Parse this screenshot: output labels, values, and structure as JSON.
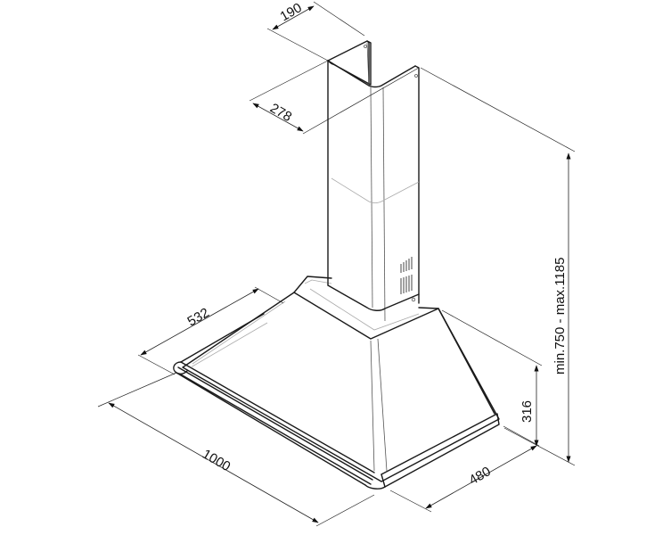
{
  "diagram": {
    "subject": "chimney cooker hood dimension drawing",
    "colors": {
      "line": "#1a1a1a",
      "background": "#ffffff",
      "secondary_line": "#aaaaaa"
    },
    "dimensions": {
      "chimney_depth": "190",
      "chimney_width": "278",
      "hood_depth_top": "532",
      "hood_width": "1000",
      "hood_depth": "480",
      "hood_height": "316",
      "total_height": "min.750 - max.1185"
    }
  }
}
